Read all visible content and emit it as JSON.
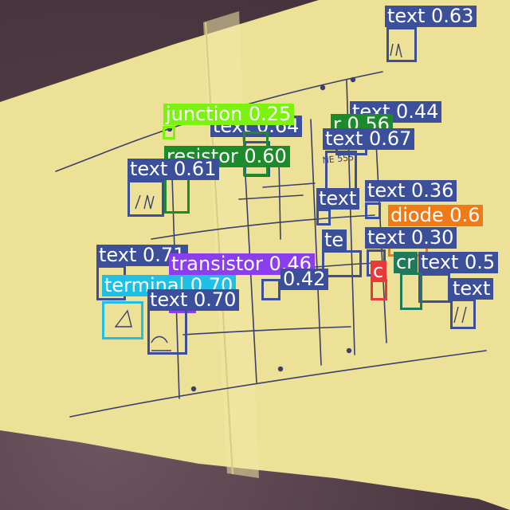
{
  "image": {
    "description": "Sheet of yellow paper with a hand-drawn circuit sketch, overlaid with object-detection boxes and class labels with confidence scores",
    "colors": {
      "background": "#5e4650",
      "paper": "#ece196",
      "ink": "#3b3f6e"
    }
  },
  "class_colors": {
    "text": "#3b4f9a",
    "junction": "#7cf20f",
    "resistor": "#1d8a2c",
    "transistor": "#8b3df0",
    "terminal": "#1fbfe6",
    "diode": "#f07a18",
    "capacitor": "#e83a3a",
    "crossover": "#1e7a5a"
  },
  "paper_text": {
    "ic_label": "NE 555"
  },
  "detections": [
    {
      "cls": "text",
      "label": "text 0.63"
    },
    {
      "cls": "text",
      "label": "text 0.44"
    },
    {
      "cls": "text",
      "label": "text 0.64"
    },
    {
      "cls": "resistor",
      "label": "r 0.56"
    },
    {
      "cls": "junction",
      "label": "junction 0.25"
    },
    {
      "cls": "text",
      "label": "text 0.67"
    },
    {
      "cls": "resistor",
      "label": "resistor 0.60"
    },
    {
      "cls": "text",
      "label": "text 0.61"
    },
    {
      "cls": "text",
      "label": "text 0.36"
    },
    {
      "cls": "text",
      "label": "text"
    },
    {
      "cls": "diode",
      "label": "diode 0.6"
    },
    {
      "cls": "text",
      "label": "text 0.30"
    },
    {
      "cls": "text",
      "label": "text 0.71"
    },
    {
      "cls": "text",
      "label": "te"
    },
    {
      "cls": "text",
      "label": "text 0.5"
    },
    {
      "cls": "crossover",
      "label": "cr"
    },
    {
      "cls": "transistor",
      "label": "transistor 0.46"
    },
    {
      "cls": "text",
      "label": "0.42"
    },
    {
      "cls": "capacitor",
      "label": "c"
    },
    {
      "cls": "terminal",
      "label": "terminal 0.70"
    },
    {
      "cls": "text",
      "label": "text 0.70"
    },
    {
      "cls": "text",
      "label": "text"
    }
  ]
}
